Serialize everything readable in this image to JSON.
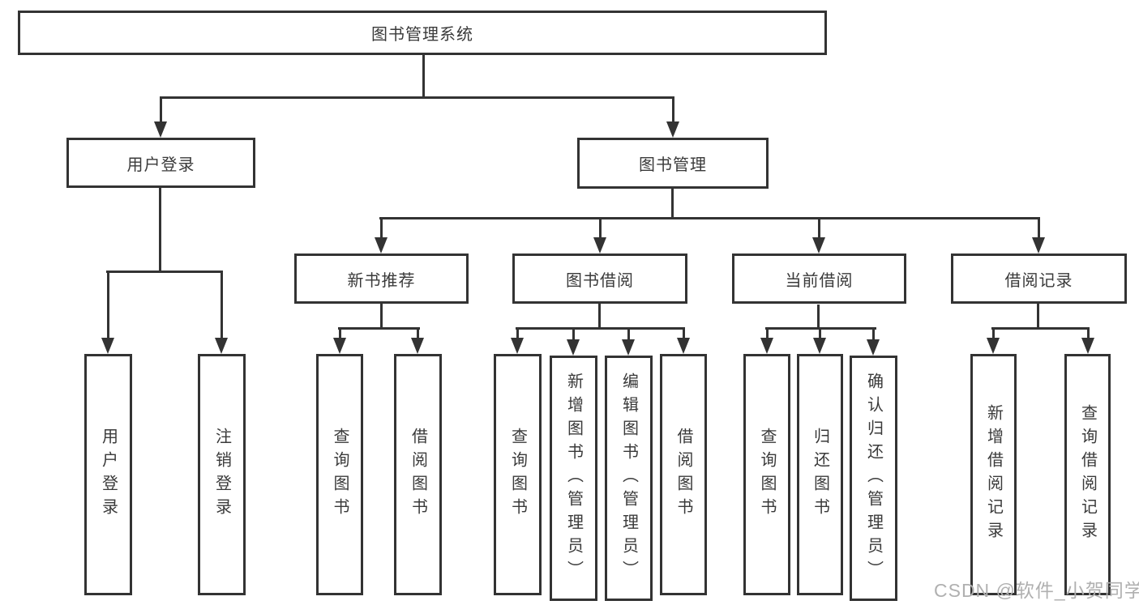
{
  "diagram": {
    "root": {
      "label": "图书管理系统"
    },
    "branches": [
      {
        "label": "用户登录",
        "children": [
          {
            "label": "用户登录"
          },
          {
            "label": "注销登录"
          }
        ]
      },
      {
        "label": "图书管理",
        "children": [
          {
            "label": "新书推荐",
            "children": [
              {
                "label": "查询图书"
              },
              {
                "label": "借阅图书"
              }
            ]
          },
          {
            "label": "图书借阅",
            "children": [
              {
                "label": "查询图书"
              },
              {
                "label": "新增图书（管理员）"
              },
              {
                "label": "编辑图书（管理员）"
              },
              {
                "label": "借阅图书"
              }
            ]
          },
          {
            "label": "当前借阅",
            "children": [
              {
                "label": "查询图书"
              },
              {
                "label": "归还图书"
              },
              {
                "label": "确认归还（管理员）"
              }
            ]
          },
          {
            "label": "借阅记录",
            "children": [
              {
                "label": "新增借阅记录"
              },
              {
                "label": "查询借阅记录"
              }
            ]
          }
        ]
      }
    ]
  },
  "watermark": {
    "text": "CSDN @软件_小贺同学"
  },
  "colors": {
    "line": "#333333",
    "text": "#3a3a3a",
    "background": "#ffffff",
    "watermark": "#b0b0b0"
  }
}
